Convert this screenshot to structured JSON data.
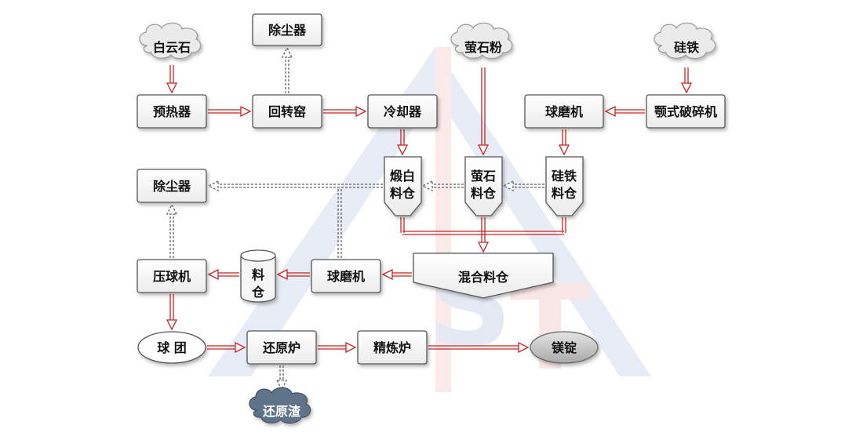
{
  "nodes": {
    "dolomite": "白云石",
    "dust_top": "除尘器",
    "fluorite_powder": "萤石粉",
    "ferrosilicon": "硅铁",
    "preheater": "预热器",
    "rotary_kiln": "回转窑",
    "cooler": "冷却器",
    "ball_mill_top": "球磨机",
    "jaw_crusher": "颚式破碎机",
    "dust_mid": "除尘器",
    "calcined_bin_1": "煅白",
    "calcined_bin_2": "料仓",
    "fluorite_bin_1": "萤石",
    "fluorite_bin_2": "料仓",
    "fesi_bin_1": "硅铁",
    "fesi_bin_2": "料仓",
    "mixing_bin": "混合料仓",
    "briquetting": "压球机",
    "silo_1": "料",
    "silo_2": "仓",
    "ball_mill_mid": "球磨机",
    "pellets": "球 团",
    "reduction_furnace": "还原炉",
    "refining_furnace": "精炼炉",
    "ingot": "镁锭",
    "slag": "还原渣"
  },
  "colors": {
    "flow_arrow": "#cc2222",
    "aux_arrow": "#666666",
    "box_border": "#555555",
    "cloud_fill": "#e8e8e8",
    "slag_fill": "#5f7389",
    "ingot_fill": "#c8c8c8",
    "watermark_blue": "#dce3f2",
    "watermark_red": "#f6dede"
  }
}
